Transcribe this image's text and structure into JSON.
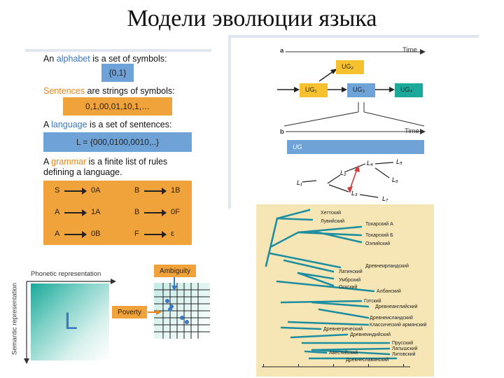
{
  "title": "Модели эволюции языка",
  "left_panel": {
    "alphabet": {
      "pre": "An ",
      "kw": "alphabet",
      "post": " is a set of symbols:",
      "box": "{0,1}"
    },
    "sentences": {
      "kw": "Sentences",
      "post": " are strings of symbols:",
      "box": "0,1,00,01,10,1,…"
    },
    "language": {
      "pre": "A ",
      "kw": "language",
      "post": " is a set of sentences:",
      "box": "L = {000,0100,0010,..}"
    },
    "grammar": {
      "pre": "A ",
      "kw": "grammar",
      "post": " is a finite list of rules",
      "line2": "defining a language."
    },
    "rules": [
      [
        "S",
        "0A",
        "B",
        "1B"
      ],
      [
        "A",
        "1A",
        "B",
        "0F"
      ],
      [
        "A",
        "0B",
        "F",
        "ε"
      ]
    ]
  },
  "bottom_left": {
    "x_label": "Phonetic representation",
    "y_label": "Semantic representation",
    "big_letter": "L",
    "ambiguity": "Ambiguity",
    "poverty": "Poverty"
  },
  "right_top": {
    "a": {
      "letter": "a",
      "time": "Time",
      "nodes": [
        {
          "id": "UG1",
          "label": "UG₁",
          "color": "#f5c12e"
        },
        {
          "id": "UG2",
          "label": "UG₂",
          "color": "#f5c12e"
        },
        {
          "id": "UG3",
          "label": "UG₃",
          "color": "#6fa2d6"
        },
        {
          "id": "UG4",
          "label": "UG₄",
          "color": "#1aa99a"
        }
      ]
    },
    "b": {
      "letter": "b",
      "time": "Time",
      "ug_bar": "UG",
      "nodes": [
        "L₁",
        "L₂",
        "L₃",
        "L₄",
        "L₅",
        "L₆",
        "L₇"
      ]
    }
  },
  "tree": {
    "labels": [
      "Хеттский",
      "Лувийский",
      "Тохарский А",
      "Тохарский Б",
      "Оэлийский",
      "Древнеирландский",
      "Латинский",
      "Умбрский",
      "Оскский",
      "Албанский",
      "Готский",
      "Древнеанглийский",
      "Древнеисландский",
      "Классический армянский",
      "Древнегреческий",
      "Древнеиндийский",
      "Прусский",
      "Латышский",
      "Литовский",
      "Авестийский",
      "Древнеславянский"
    ]
  }
}
